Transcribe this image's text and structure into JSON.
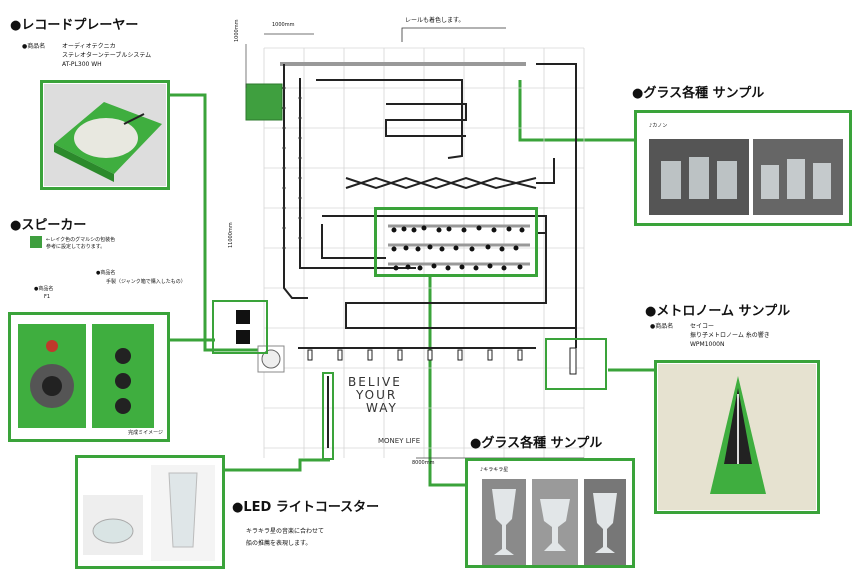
{
  "record_player": {
    "heading": "●レコードプレーヤー",
    "product_label": "●商品名",
    "product_lines": [
      "オーディオテクニカ",
      "ステレオターンテーブルシステム",
      "AT-PL300 WH"
    ]
  },
  "speaker": {
    "heading": "●スピーカー",
    "legend_lines": [
      "←レイク色のグマルシの包装色",
      "参考に設定しております。"
    ],
    "left_product_label": "●商品名",
    "left_product_name": "F1",
    "right_product_label": "●商品名",
    "right_product_name": "手製（ジャンク箱で購入したもの）",
    "photo_caption": "完成ミイメージ"
  },
  "glass_top": {
    "heading": "●グラス各種 サンプル",
    "caption": "♪カノン"
  },
  "metronome": {
    "heading": "●メトロノーム サンプル",
    "product_label": "●商品名",
    "product_lines": [
      "セイコー",
      "振り子メトロノーム 糸の響き",
      "WPM1000N"
    ]
  },
  "glass_bottom": {
    "heading": "●グラス各種 サンプル",
    "caption": "♪キラキラ星"
  },
  "led": {
    "heading": "●LED ライトコースター",
    "description_lines": [
      "キラキラ星の音楽に合わせて",
      "船の推薦を表現します。"
    ]
  },
  "plan": {
    "rail_note": "レールも着色します。",
    "dim_top": "1000mm",
    "dim_side": "1000mm",
    "dim_long": "11000mm",
    "dim_bottom": "8000mm",
    "wall_text": [
      "BELIVE",
      "YOUR",
      "WAY"
    ],
    "wall_subtext": "MONEY LIFE"
  },
  "colors": {
    "accent_green": "#3aa33a",
    "device_green": "#3f9f3f"
  }
}
